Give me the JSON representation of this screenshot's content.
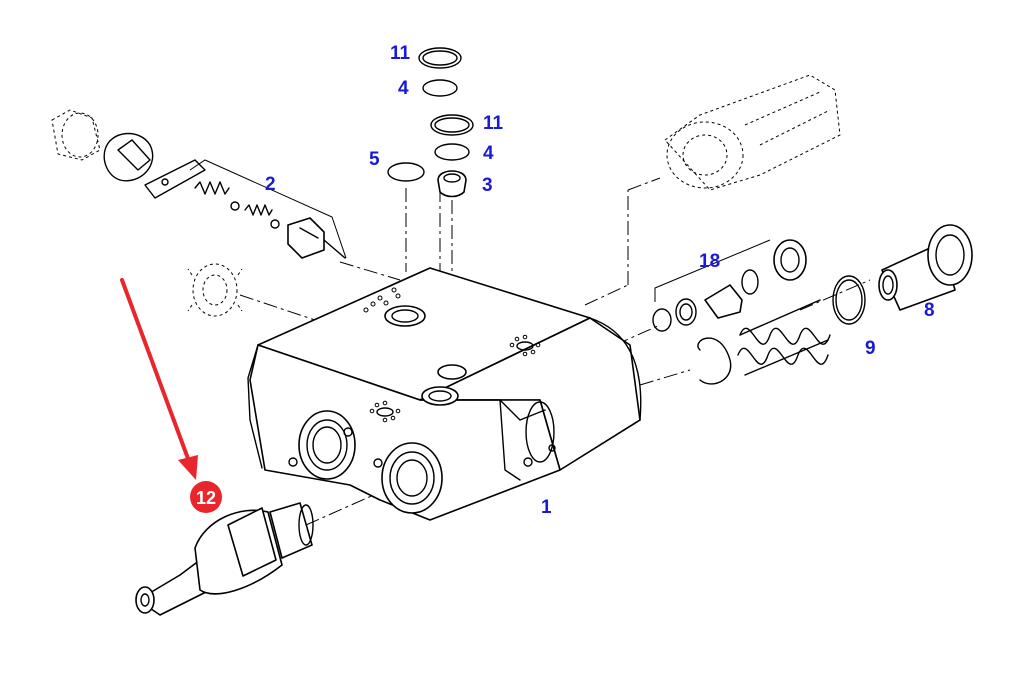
{
  "labels": {
    "l1": "1",
    "l2": "2",
    "l3": "3",
    "l4a": "4",
    "l4b": "4",
    "l5": "5",
    "l8": "8",
    "l9": "9",
    "l11a": "11",
    "l11b": "11",
    "l18": "18"
  },
  "badge": {
    "text": "12"
  },
  "colors": {
    "label": "#1a1ad6",
    "arrow": "#e8262b",
    "badge": "#e8262b",
    "badge_text": "#ffffff",
    "line": "#000000"
  }
}
